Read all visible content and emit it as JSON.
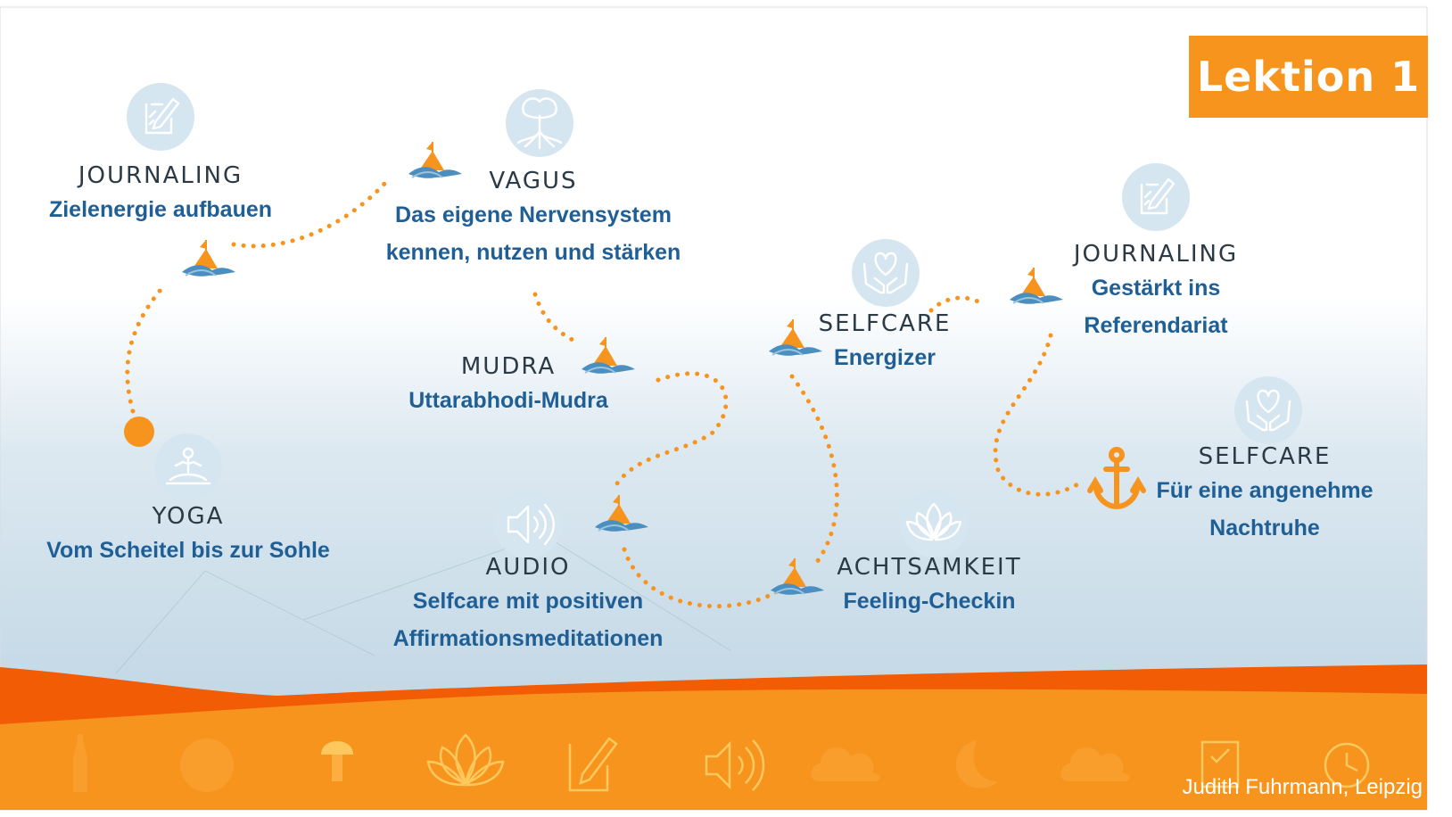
{
  "badge": {
    "label": "Lektion 1"
  },
  "credit": "Judith Fuhrmann, Leipzig",
  "colors": {
    "accent": "#f7941d",
    "label_blue": "#1f5f95",
    "label_dark": "#2b3a45",
    "icon_circle": "#d6e6f0",
    "icon_stroke": "#ffffff"
  },
  "stations": [
    {
      "id": "journaling-1",
      "category": "JOURNALING",
      "subtitle_lines": [
        "Zielenergie aufbauen"
      ],
      "icon": "journal-pen-icon"
    },
    {
      "id": "vagus",
      "category": "VAGUS",
      "subtitle_lines": [
        "Das eigene Nervensystem",
        "kennen, nutzen und stärken"
      ],
      "icon": "brain-nerves-icon"
    },
    {
      "id": "mudra",
      "category": "MUDRA",
      "subtitle_lines": [
        "Uttarabhodi-Mudra"
      ],
      "icon": ""
    },
    {
      "id": "yoga",
      "category": "YOGA",
      "subtitle_lines": [
        "Vom Scheitel bis zur Sohle"
      ],
      "icon": "meditation-pose-icon"
    },
    {
      "id": "audio",
      "category": "AUDIO",
      "subtitle_lines": [
        "Selfcare mit positiven",
        "Affirmationsmeditationen"
      ],
      "icon": "speaker-icon"
    },
    {
      "id": "selfcare-1",
      "category": "SELFCARE",
      "subtitle_lines": [
        "Energizer"
      ],
      "icon": "heart-hands-icon"
    },
    {
      "id": "achtsamkeit",
      "category": "ACHTSAMKEIT",
      "subtitle_lines": [
        "Feeling-Checkin"
      ],
      "icon": "lotus-icon"
    },
    {
      "id": "journaling-2",
      "category": "JOURNALING",
      "subtitle_lines": [
        "Gestärkt ins",
        "Referendariat"
      ],
      "icon": "journal-pen-icon"
    },
    {
      "id": "selfcare-2",
      "category": "SELFCARE",
      "subtitle_lines": [
        "Für eine angenehme",
        "Nachtruhe"
      ],
      "icon": "heart-hands-icon"
    }
  ],
  "route": {
    "start_marker": "start-dot",
    "buoy_icon": "buoy-icon",
    "end_marker": "anchor-icon"
  },
  "footer_icons": [
    "wine-bottle-icon",
    "ball-icon",
    "mushroom-icon",
    "lotus-icon",
    "journal-pen-icon",
    "speaker-icon",
    "cloud-icon",
    "moon-icon",
    "cloud-icon",
    "checklist-icon",
    "clock-icon"
  ]
}
